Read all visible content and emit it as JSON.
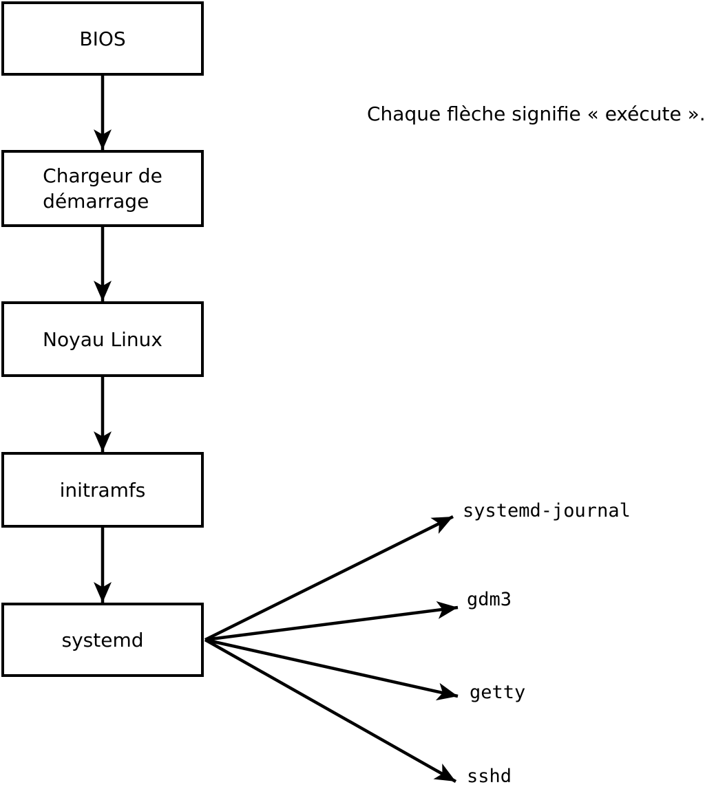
{
  "note": {
    "text": "Chaque flèche signifie « exécute »."
  },
  "nodes": [
    {
      "id": "bios",
      "label": "BIOS"
    },
    {
      "id": "bootloader",
      "label": "Chargeur de\ndémarrage"
    },
    {
      "id": "kernel",
      "label": "Noyau Linux"
    },
    {
      "id": "initramfs",
      "label": "initramfs"
    },
    {
      "id": "systemd",
      "label": "systemd"
    }
  ],
  "targets": [
    {
      "id": "systemd-journal",
      "label": "systemd-journal"
    },
    {
      "id": "gdm3",
      "label": "gdm3"
    },
    {
      "id": "getty",
      "label": "getty"
    },
    {
      "id": "sshd",
      "label": "sshd"
    }
  ],
  "edges": [
    {
      "from": "BIOS",
      "to": "Chargeur de démarrage"
    },
    {
      "from": "Chargeur de démarrage",
      "to": "Noyau Linux"
    },
    {
      "from": "Noyau Linux",
      "to": "initramfs"
    },
    {
      "from": "initramfs",
      "to": "systemd"
    },
    {
      "from": "systemd",
      "to": "systemd-journal"
    },
    {
      "from": "systemd",
      "to": "gdm3"
    },
    {
      "from": "systemd",
      "to": "getty"
    },
    {
      "from": "systemd",
      "to": "sshd"
    }
  ],
  "colors": {
    "background": "#ffffff",
    "ink": "#000000",
    "box_fill": "#ffffff"
  }
}
